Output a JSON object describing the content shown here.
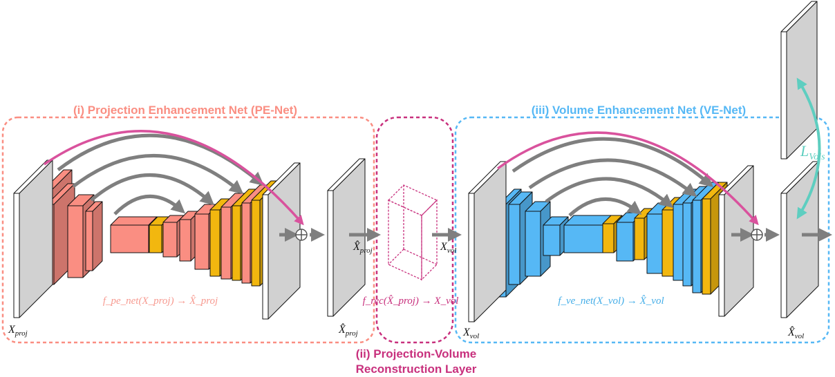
{
  "titles": {
    "pe_net": "(i) Projection Enhancement Net (PE-Net)",
    "recon_line1": "(ii) Projection-Volume",
    "recon_line2": "Reconstruction Layer",
    "ve_net": "(iii) Volume Enhancement Net (VE-Net)"
  },
  "labels": {
    "x_proj": "X",
    "x_proj_sub": "proj",
    "xhat_proj": "X̂",
    "xhat_proj_sub": "proj",
    "xhat_proj_mid": "X̂",
    "xhat_proj_mid_sub": "proj",
    "x_vol_mid": "X",
    "x_vol_mid_sub": "vol",
    "x_vol": "X",
    "x_vol_sub": "vol",
    "xhat_vol": "X̂",
    "xhat_vol_sub": "vol",
    "loss_main": "L",
    "loss_sub": "Vols"
  },
  "formulas": {
    "pe": "f_pe_net(X_proj) → X̂_proj",
    "recon": "f_rec(X̂_proj) → X_vol",
    "ve": "f_ve_net(X_vol) → X̂_vol"
  },
  "colors": {
    "pe": "#fa8e82",
    "pe_text": "#f79a90",
    "ve": "#56b8f5",
    "ve_text": "#45aee8",
    "recon": "#c8307d",
    "skip_long": "#d9529d",
    "skip": "#7f7f7f",
    "bottleneck": "#f2b70f",
    "loss": "#5ecec0"
  }
}
